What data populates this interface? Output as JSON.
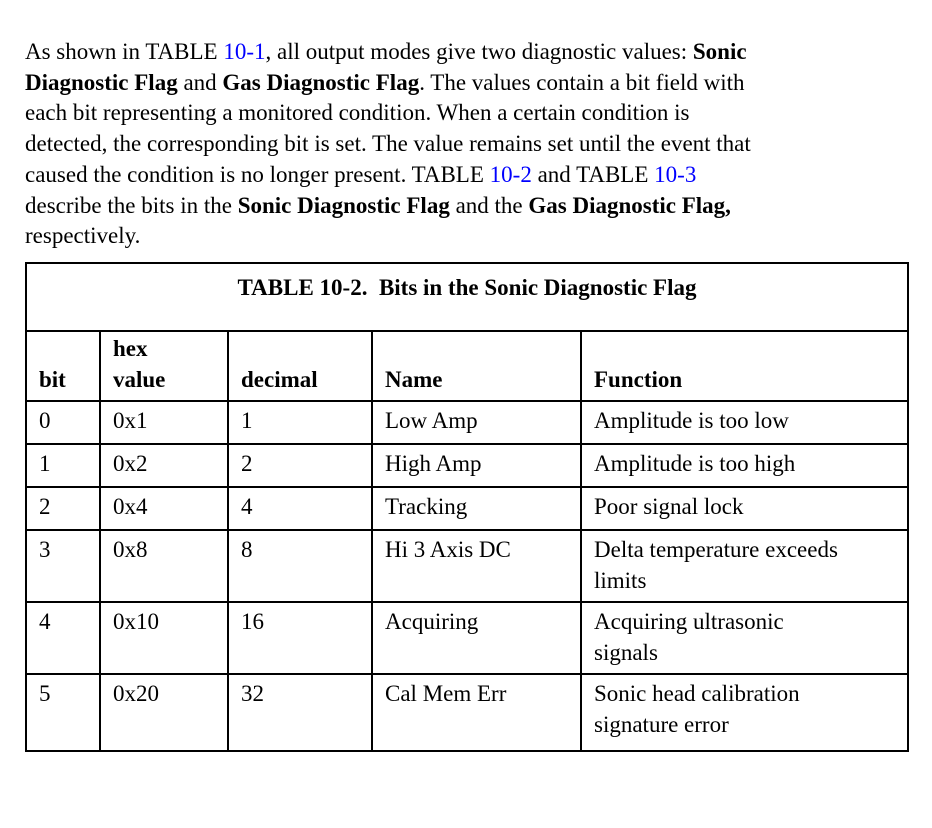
{
  "colors": {
    "background": "#ffffff",
    "text": "#000000",
    "link": "#0000ff",
    "table_border": "#000000"
  },
  "paragraph": {
    "segments": [
      {
        "style": "normal",
        "text": "As shown in TABLE "
      },
      {
        "style": "link",
        "text": "10-1"
      },
      {
        "style": "normal",
        "text": ", all output modes give two diagnostic values: "
      },
      {
        "style": "bold",
        "text": "Sonic\nDiagnostic Flag"
      },
      {
        "style": "normal",
        "text": " and "
      },
      {
        "style": "bold",
        "text": "Gas Diagnostic Flag"
      },
      {
        "style": "normal",
        "text": ". The values contain a bit field with\neach bit representing a monitored condition. When a certain condition is\ndetected, the corresponding bit is set. The value remains set until the event that\ncaused the condition is no longer present. TABLE "
      },
      {
        "style": "link",
        "text": "10-2"
      },
      {
        "style": "normal",
        "text": " and TABLE "
      },
      {
        "style": "link",
        "text": "10-3"
      },
      {
        "style": "normal",
        "text": "\ndescribe the bits in the "
      },
      {
        "style": "bold",
        "text": "Sonic Diagnostic Flag"
      },
      {
        "style": "normal",
        "text": " and the "
      },
      {
        "style": "bold",
        "text": "Gas Diagnostic Flag,"
      },
      {
        "style": "normal",
        "text": "\nrespectively."
      }
    ]
  },
  "table": {
    "title": "TABLE 10-2.  Bits in the Sonic Diagnostic Flag",
    "columns": [
      "bit",
      "hex\nvalue",
      "decimal",
      "Name",
      "Function"
    ],
    "rows": [
      [
        "0",
        "0x1",
        "1",
        "Low Amp",
        "Amplitude is too low"
      ],
      [
        "1",
        "0x2",
        "2",
        "High Amp",
        "Amplitude is too high"
      ],
      [
        "2",
        "0x4",
        "4",
        "Tracking",
        "Poor signal lock"
      ],
      [
        "3",
        "0x8",
        "8",
        "Hi 3 Axis DC",
        "Delta temperature exceeds\nlimits"
      ],
      [
        "4",
        "0x10",
        "16",
        "Acquiring",
        "Acquiring ultrasonic\nsignals"
      ],
      [
        "5",
        "0x20",
        "32",
        "Cal Mem Err",
        "Sonic head calibration\nsignature error"
      ]
    ]
  }
}
